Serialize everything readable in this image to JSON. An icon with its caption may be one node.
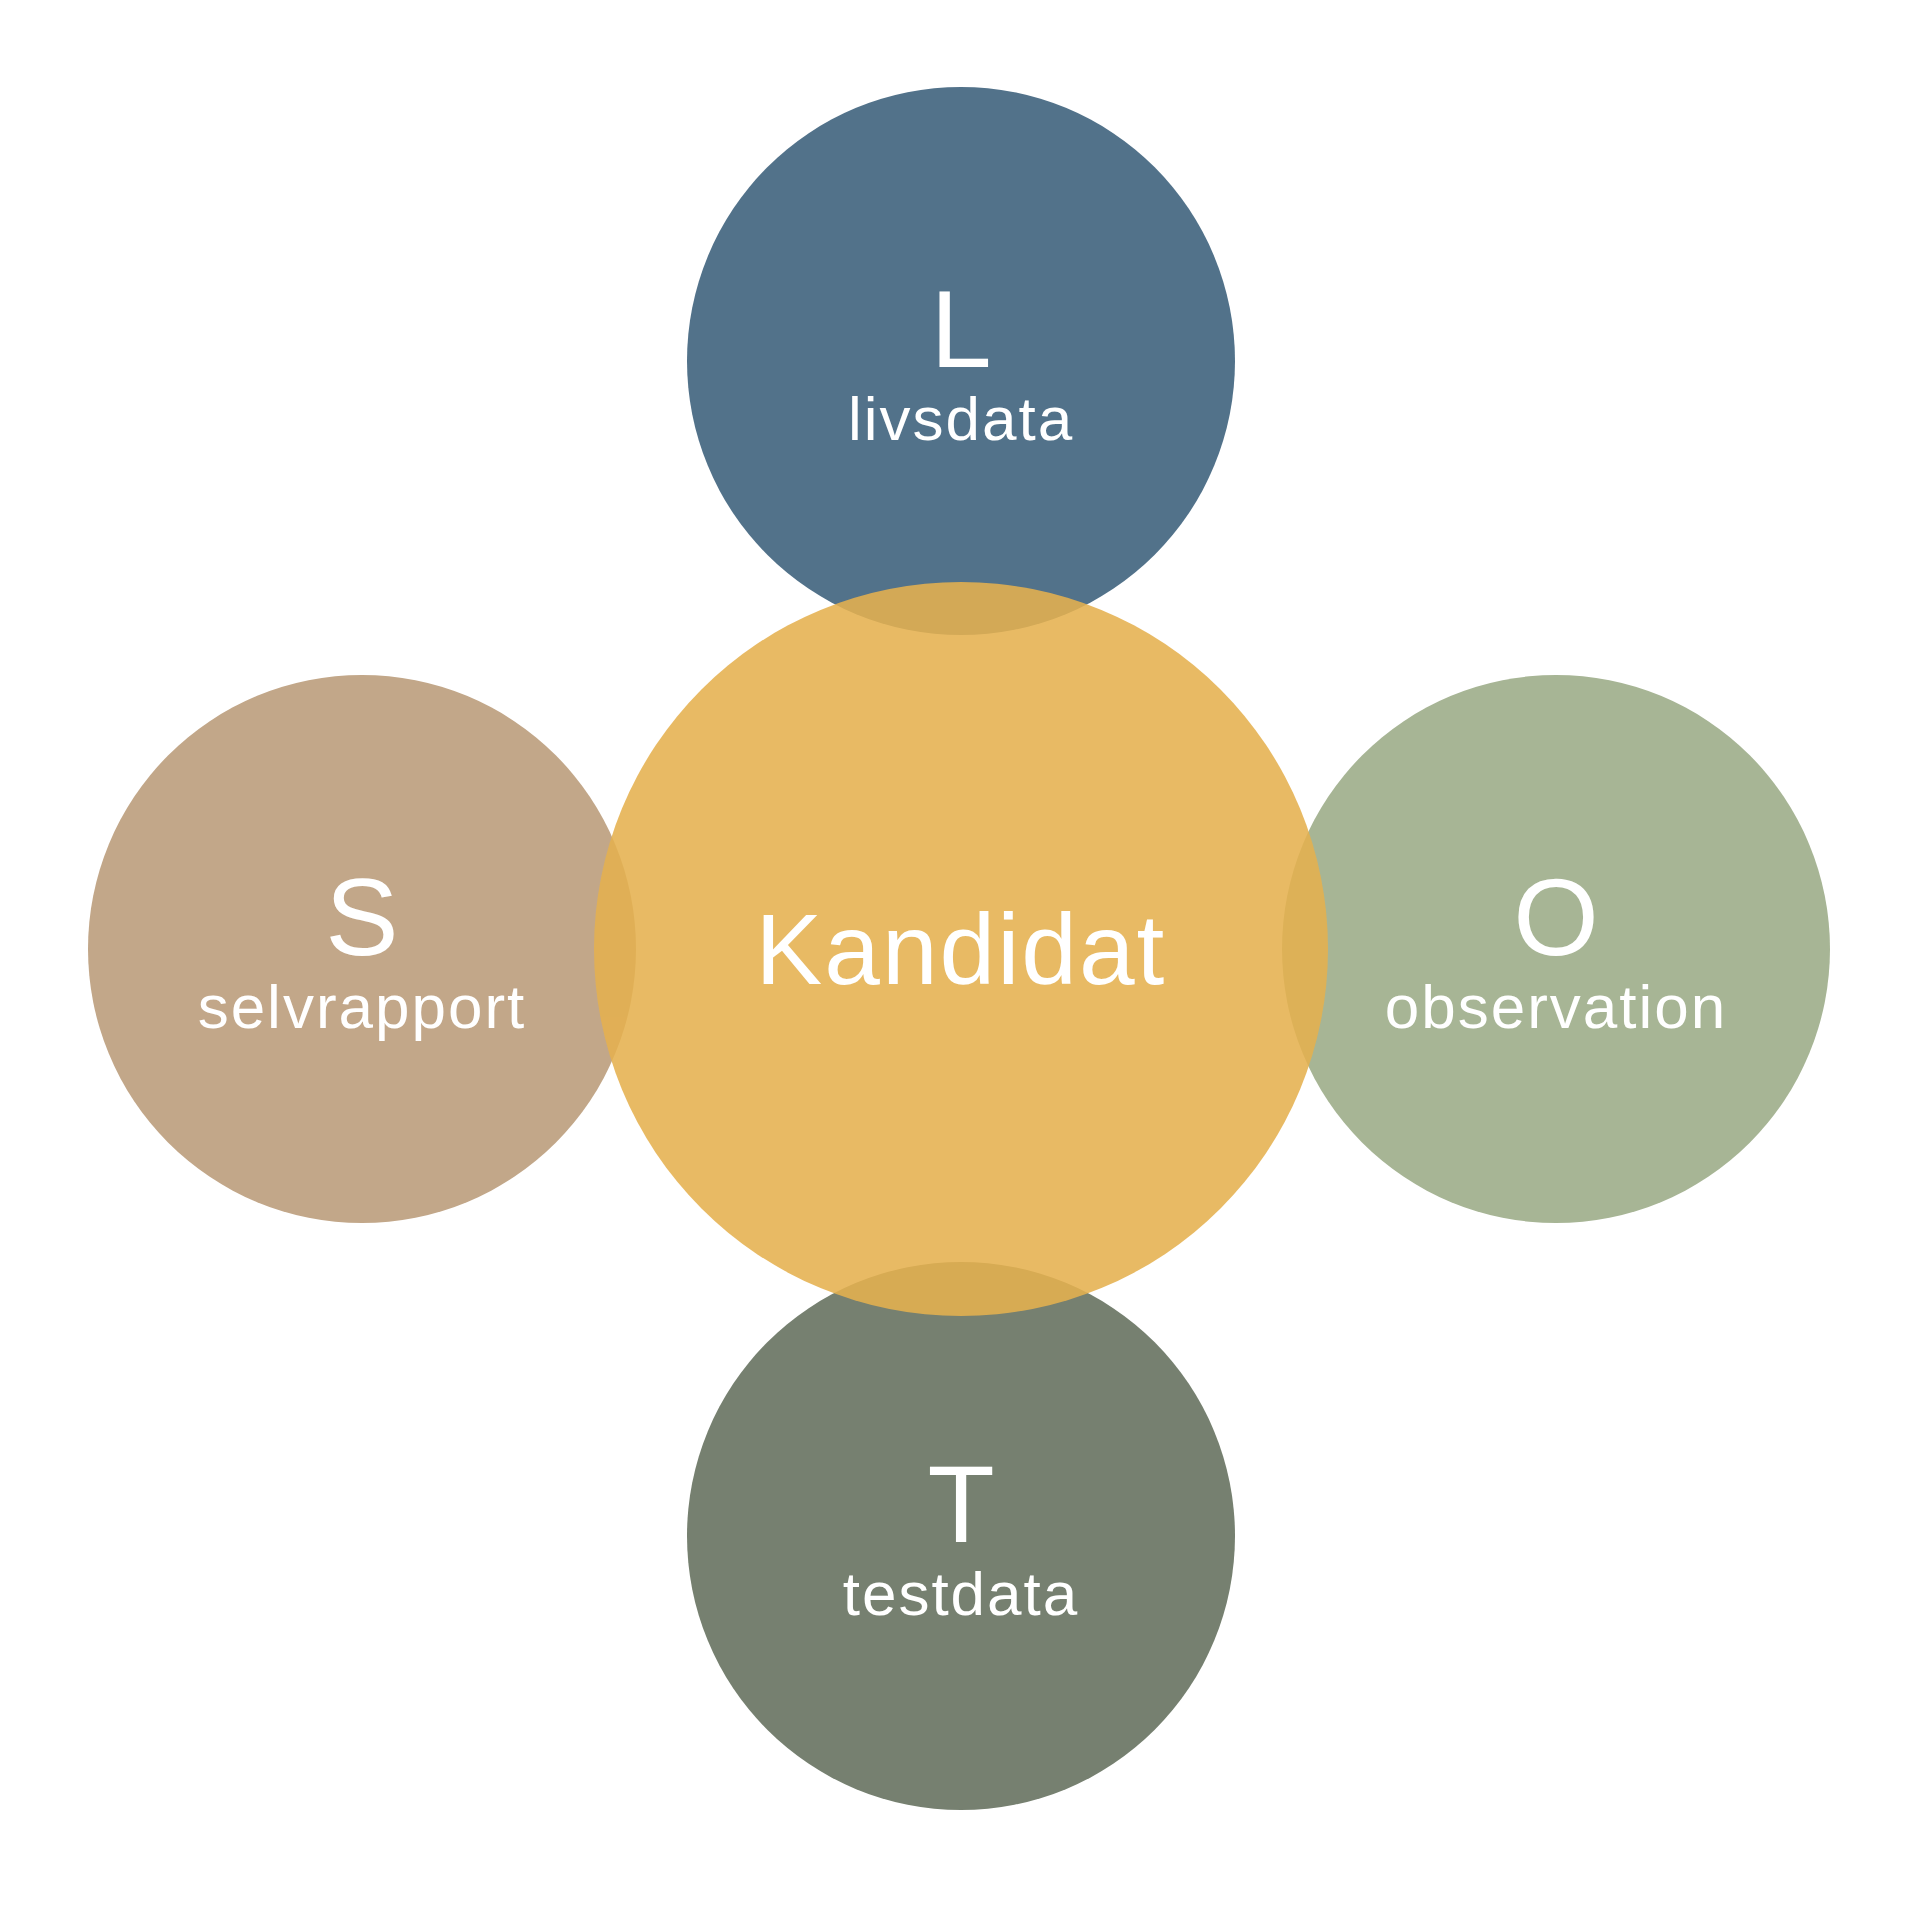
{
  "diagram": {
    "nodes": [
      {
        "text": [
          "L",
          "livsdata"
        ]
      },
      {
        "text": [
          "S",
          "selvrapport"
        ]
      },
      {
        "text": [
          "Kandidat"
        ]
      },
      {
        "text": [
          "O",
          "observation"
        ]
      },
      {
        "text": [
          "T",
          "testdata"
        ]
      }
    ]
  }
}
